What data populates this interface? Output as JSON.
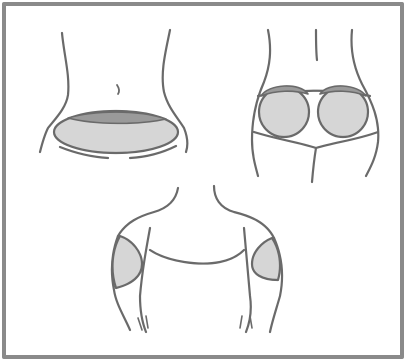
{
  "diagram": {
    "panels": [
      {
        "id": "front-waist",
        "regions": [
          "waist-band"
        ]
      },
      {
        "id": "back-hips",
        "regions": [
          "left-buttock",
          "right-buttock"
        ]
      },
      {
        "id": "upper-torso",
        "regions": [
          "left-shoulder",
          "right-shoulder"
        ]
      }
    ]
  },
  "colors": {
    "background": "#ffffff",
    "border": "#8a8a8a",
    "outline": "#6a6a6a",
    "fill_light": "#d6d6d6",
    "fill_dark": "#9a9a9a"
  }
}
